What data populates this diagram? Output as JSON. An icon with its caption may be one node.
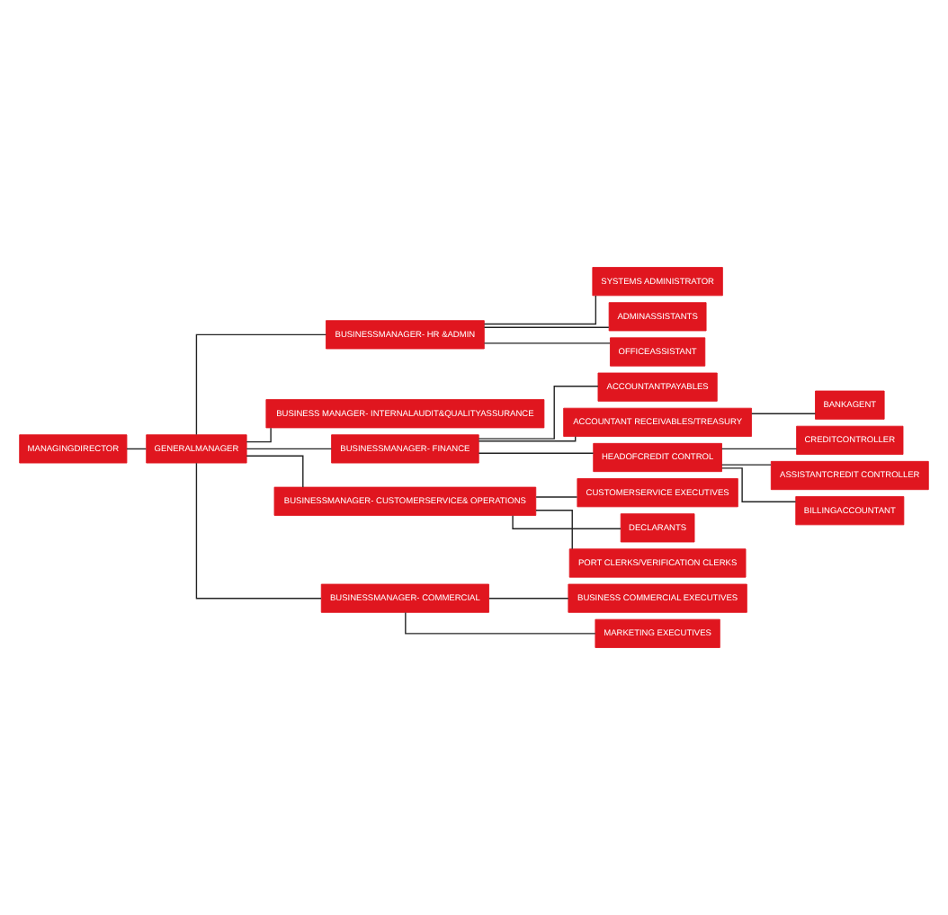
{
  "diagram": {
    "nodes": [
      {
        "text": [
          "MANAGINGDIRECTOR"
        ]
      },
      {
        "text": [
          "GENERALMANAGER"
        ]
      },
      {
        "text": [
          "BUSINESSMANAGER- HR &ADMIN"
        ]
      },
      {
        "text": [
          "SYSTEMS ADMINISTRATOR"
        ]
      },
      {
        "text": [
          "ADMINASSISTANTS"
        ]
      },
      {
        "text": [
          "OFFICEASSISTANT"
        ]
      },
      {
        "text": [
          "BUSINESS MANAGER- INTERNALAUDIT&QUALITYASSURANCE"
        ]
      },
      {
        "text": [
          "BUSINESSMANAGER- FINANCE"
        ]
      },
      {
        "text": [
          "ACCOUNTANTPAYABLES"
        ]
      },
      {
        "text": [
          "ACCOUNTANT RECEIVABLES/TREASURY"
        ]
      },
      {
        "text": [
          "BANKAGENT"
        ]
      },
      {
        "text": [
          "HEADOFCREDIT CONTROL"
        ]
      },
      {
        "text": [
          "CREDITCONTROLLER"
        ]
      },
      {
        "text": [
          "ASSISTANTCREDIT CONTROLLER"
        ]
      },
      {
        "text": [
          "BILLINGACCOUNTANT"
        ]
      },
      {
        "text": [
          "BUSINESSMANAGER- CUSTOMERSERVICE& OPERATIONS"
        ]
      },
      {
        "text": [
          "CUSTOMERSERVICE EXECUTIVES"
        ]
      },
      {
        "text": [
          "DECLARANTS"
        ]
      },
      {
        "text": [
          "PORT CLERKS/VERIFICATION CLERKS"
        ]
      },
      {
        "text": [
          "BUSINESSMANAGER- COMMERCIAL"
        ]
      },
      {
        "text": [
          "BUSINESS COMMERCIAL EXECUTIVES"
        ]
      },
      {
        "text": [
          "MARKETING EXECUTIVES"
        ]
      }
    ],
    "edges": [
      {
        "from": 0,
        "to": 1,
        "arrow": "none"
      },
      {
        "from": 1,
        "to": 2,
        "arrow": "none"
      },
      {
        "from": 1,
        "to": 6,
        "arrow": "none"
      },
      {
        "from": 1,
        "to": 7,
        "arrow": "none"
      },
      {
        "from": 1,
        "to": 15,
        "arrow": "none"
      },
      {
        "from": 1,
        "to": 19,
        "arrow": "none"
      },
      {
        "from": 2,
        "to": 3,
        "arrow": "none"
      },
      {
        "from": 2,
        "to": 4,
        "arrow": "none"
      },
      {
        "from": 2,
        "to": 5,
        "arrow": "none"
      },
      {
        "from": 7,
        "to": 8,
        "arrow": "none"
      },
      {
        "from": 7,
        "to": 9,
        "arrow": "none"
      },
      {
        "from": 7,
        "to": 11,
        "arrow": "none"
      },
      {
        "from": 9,
        "to": 10,
        "arrow": "none"
      },
      {
        "from": 11,
        "to": 12,
        "arrow": "none"
      },
      {
        "from": 11,
        "to": 13,
        "arrow": "none"
      },
      {
        "from": 11,
        "to": 14,
        "arrow": "none"
      },
      {
        "from": 15,
        "to": 16,
        "arrow": "none"
      },
      {
        "from": 15,
        "to": 17,
        "arrow": "none"
      },
      {
        "from": 15,
        "to": 18,
        "arrow": "none"
      },
      {
        "from": 19,
        "to": 20,
        "arrow": "none"
      },
      {
        "from": 19,
        "to": 21,
        "arrow": "none"
      }
    ]
  }
}
